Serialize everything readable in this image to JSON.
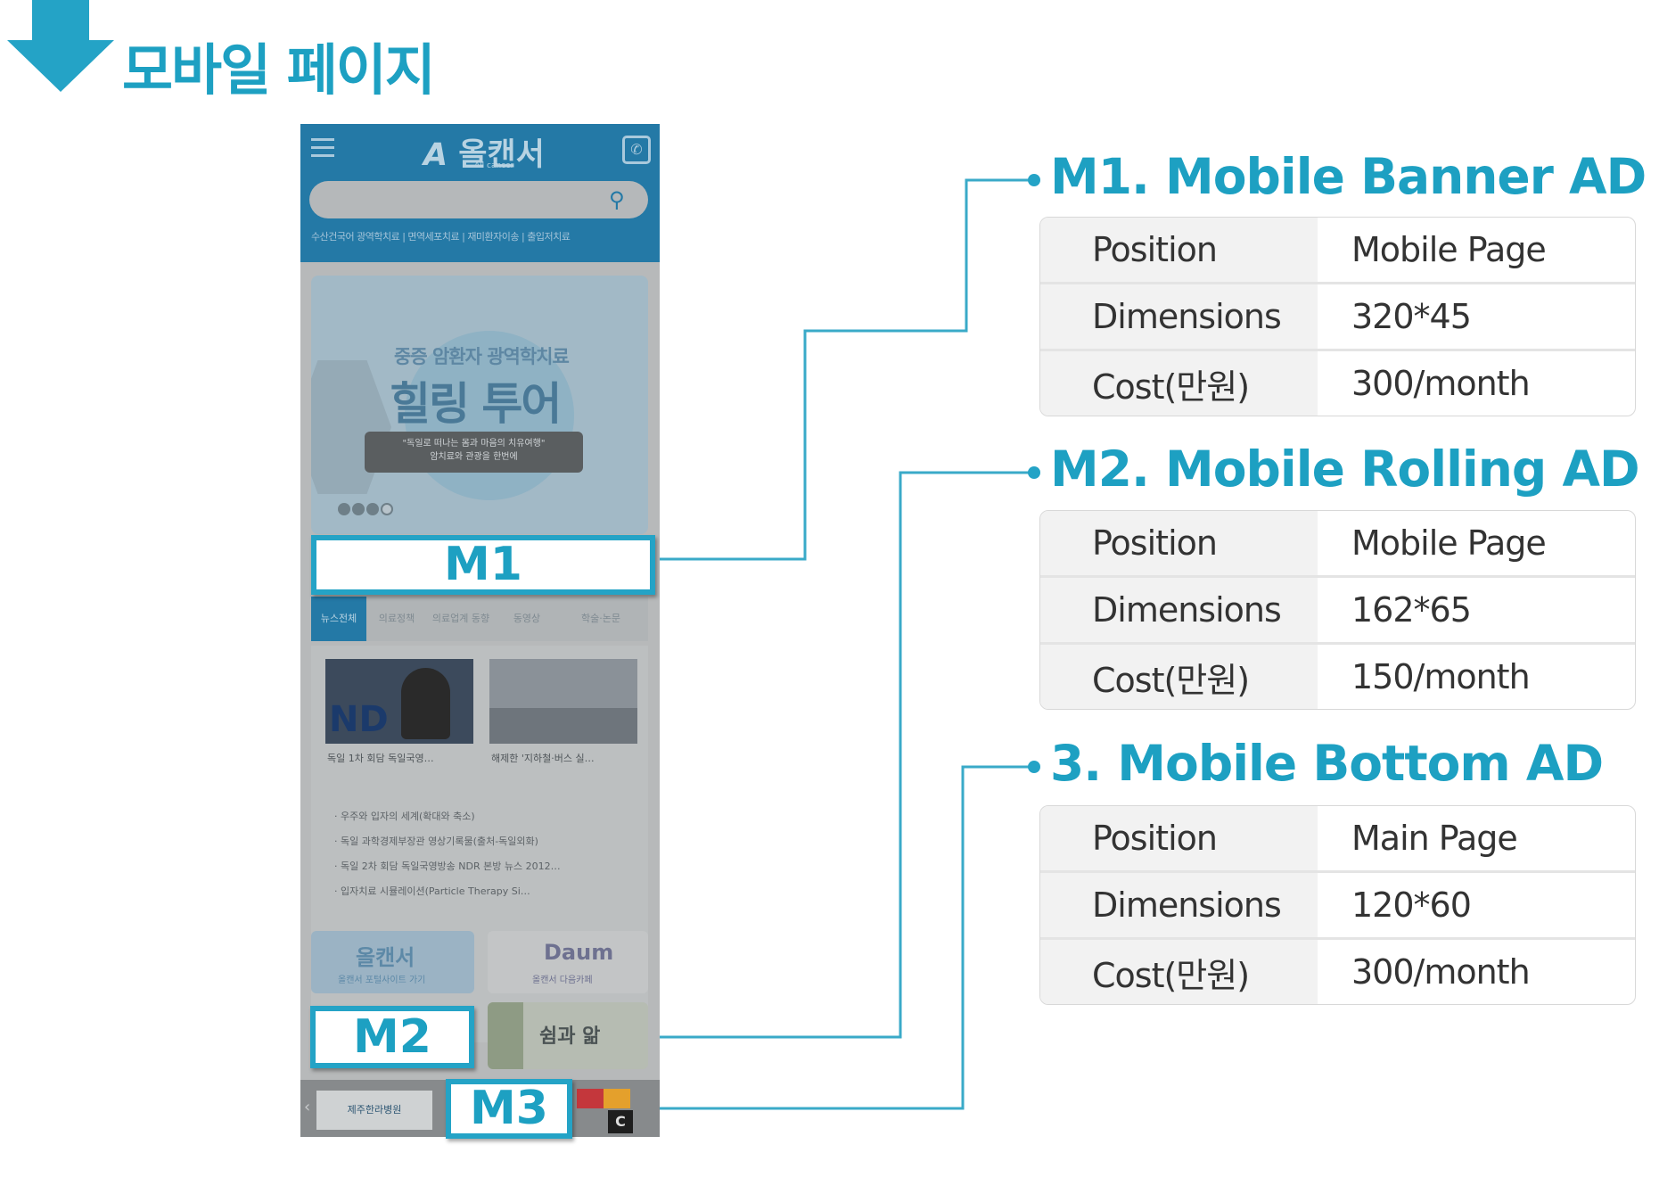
{
  "page_title": "모바일 페이지",
  "colors": {
    "accent": "#1da0c2",
    "mockup_header": "#2479a6"
  },
  "mockup": {
    "logo_text": "올캔서",
    "logo_subtext": "All cancer",
    "nav_text": "수산건국어 광역학치료 | 면역세포치료 | 재미환자이송 | 출입저치료",
    "hero": {
      "small_text": "중증 암환자 광역학치료",
      "big_text": "힐링 투어",
      "caption_line1": "\"독일로 떠나는 몸과 마음의 치유여행\"",
      "caption_line2": "암치료와 관광을 한번에"
    },
    "tabs": [
      "뉴스전체",
      "의료정책",
      "의료업계 동향",
      "동영상",
      "학술·논문"
    ],
    "thumb_captions": [
      "독일 1차 회담 독일국영…",
      "해제한 '지하철·버스 실…"
    ],
    "news_items": [
      "· 우주와 입자의 세계(확대와 축소)",
      "· 독일 과학경제부장관 영상기록물(출처-독일외화)",
      "· 독일 2차 회담 독일국영방송 NDR 본방 뉴스 2012…",
      "· 입자치료 시뮬레이션(Particle Therapy Si…"
    ],
    "banners": [
      {
        "title": "올캔서",
        "subtitle": "올캔서 포털사이트 가기"
      },
      {
        "title": "Daum",
        "subtitle": "올캔서 다음카페"
      },
      {
        "title": "쉼과 앎",
        "subtitle": ""
      }
    ],
    "bottom_badge": "제주한라병원",
    "ad_labels": {
      "m1": "M1",
      "m2": "M2",
      "m3": "M3"
    }
  },
  "sections": [
    {
      "title": "M1. Mobile Banner AD",
      "rows": [
        {
          "key": "Position",
          "value": "Mobile Page"
        },
        {
          "key": "Dimensions",
          "value": "320*45"
        },
        {
          "key": "Cost(만원)",
          "value": "300/month"
        }
      ]
    },
    {
      "title": "M2.  Mobile Rolling AD",
      "rows": [
        {
          "key": "Position",
          "value": "Mobile Page"
        },
        {
          "key": "Dimensions",
          "value": "162*65"
        },
        {
          "key": "Cost(만원)",
          "value": "150/month"
        }
      ]
    },
    {
      "title": "3.  Mobile Bottom AD",
      "rows": [
        {
          "key": "Position",
          "value": "Main Page"
        },
        {
          "key": "Dimensions",
          "value": "120*60"
        },
        {
          "key": "Cost(만원)",
          "value": "300/month"
        }
      ]
    }
  ]
}
